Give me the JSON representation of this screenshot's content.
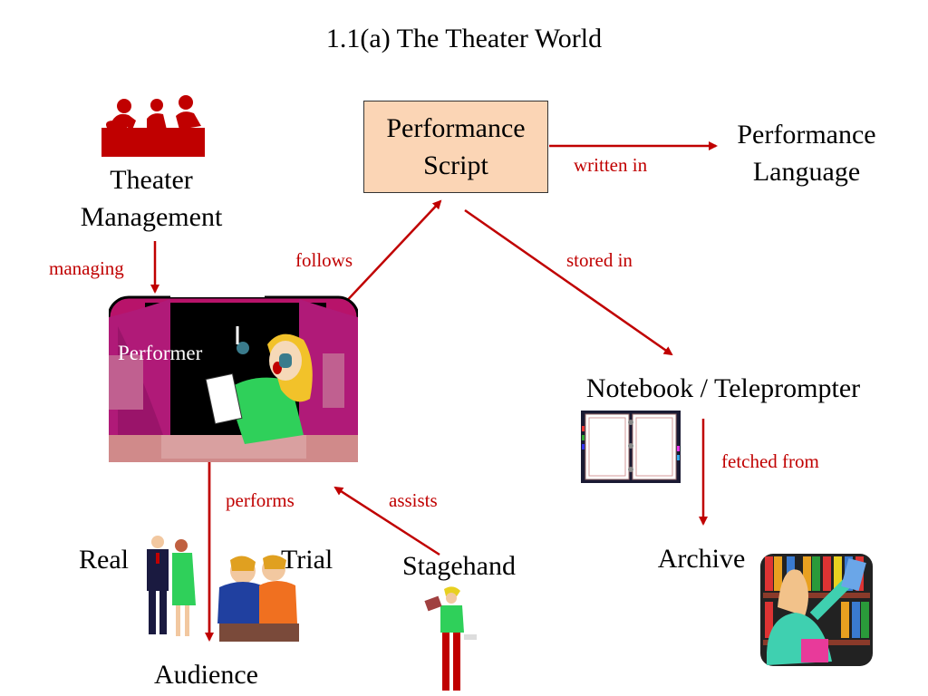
{
  "title": "1.1(a) The Theater World",
  "nodes": {
    "theater_management": [
      "Theater",
      "Management"
    ],
    "performance_script": [
      "Performance",
      "Script"
    ],
    "performance_language": [
      "Performance",
      "Language"
    ],
    "notebook": "Notebook / Teleprompter",
    "archive": "Archive",
    "performer": "Performer",
    "stagehand": "Stagehand",
    "audience": "Audience",
    "real": "Real",
    "trial": "Trial"
  },
  "relations": {
    "managing": "managing",
    "follows": "follows",
    "written_in": "written in",
    "stored_in": "stored in",
    "fetched_from": "fetched from",
    "performs": "performs",
    "assists": "assists"
  },
  "colors": {
    "arrow": "#c00000",
    "script_box": "#fbd5b5",
    "management_icon": "#c00000"
  },
  "icons": [
    "meeting-people-icon",
    "stage-performer-icon",
    "notebook-icon",
    "bookshelf-reader-icon",
    "audience-people-icon",
    "stagehand-icon"
  ]
}
